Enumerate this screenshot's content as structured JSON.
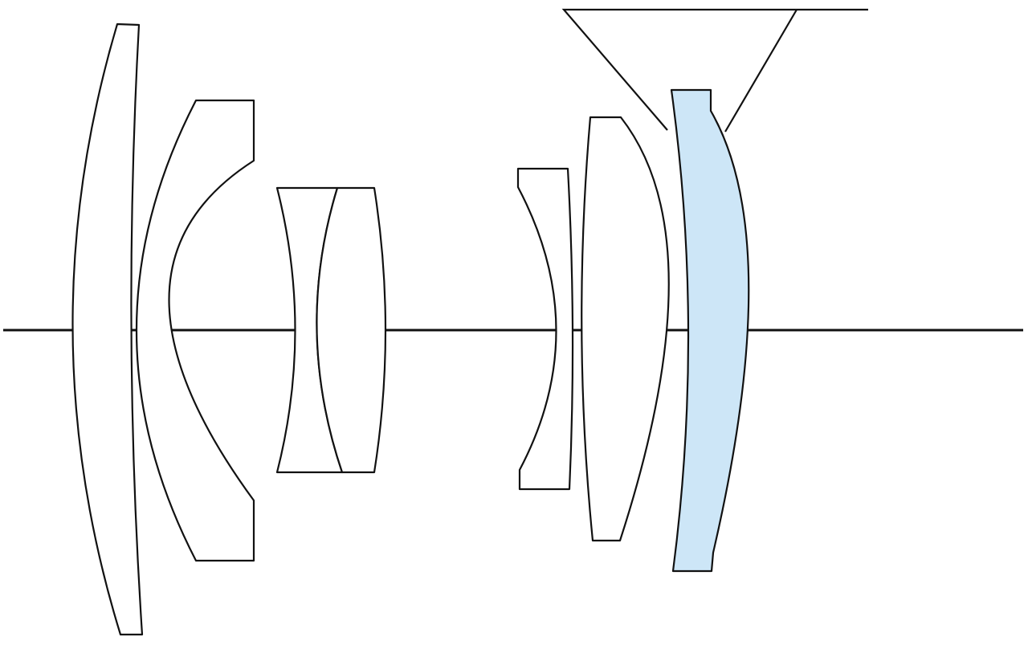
{
  "diagram": {
    "type": "lens-element-cross-section",
    "element_count": 7,
    "group_count": 6,
    "colors": {
      "background": "#ffffff",
      "outline": "#111111",
      "plain_element_fill": "#ffffff",
      "highlighted_element_fill": "#cde6f7"
    },
    "elements": [
      {
        "id": "element-1",
        "group": 1,
        "highlighted": false
      },
      {
        "id": "element-2",
        "group": 2,
        "highlighted": false
      },
      {
        "id": "element-3",
        "group": 3,
        "highlighted": false
      },
      {
        "id": "element-4",
        "group": 3,
        "highlighted": false
      },
      {
        "id": "element-5",
        "group": 4,
        "highlighted": false
      },
      {
        "id": "element-6",
        "group": 5,
        "highlighted": false
      },
      {
        "id": "element-7",
        "group": 6,
        "highlighted": true
      }
    ],
    "has_optical_axis": true,
    "has_pointer_wedge": true
  }
}
